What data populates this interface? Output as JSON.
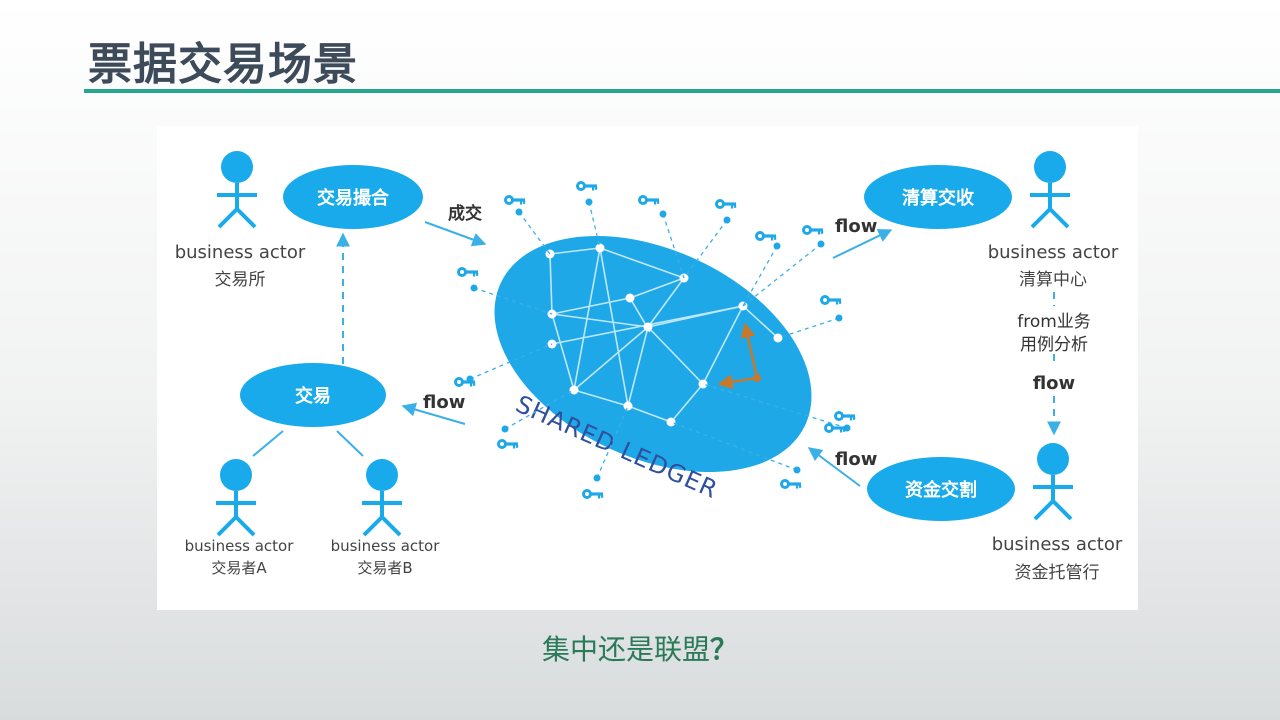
{
  "slide": {
    "title": "票据交易场景",
    "question_main": "集中还是联盟",
    "question_mark": "？"
  },
  "colors": {
    "accent_rule": "#25a68f",
    "actor_blue": "#18aaea",
    "ledger_blue": "#1ea8e8",
    "arrow_blue": "#3ab0e6",
    "ledger_text": "#2f4f9e",
    "highlight_arrow": "#c8782a"
  },
  "diagram": {
    "ledger_label": "SHARED LEDGER",
    "nodes": {
      "match": "交易撮合",
      "trade": "交易",
      "clearing": "清算交收",
      "settlement": "资金交割"
    },
    "actors": {
      "exchange": {
        "role": "business actor",
        "name": "交易所"
      },
      "clearing_center": {
        "role": "business actor",
        "name": "清算中心"
      },
      "trader_a": {
        "role": "business actor",
        "name": "交易者A"
      },
      "trader_b": {
        "role": "business actor",
        "name": "交易者B"
      },
      "custodian": {
        "role": "business actor",
        "name": "资金托管行"
      }
    },
    "labels": {
      "deal": "成交",
      "flow_clearing": "flow",
      "flow_trade": "flow",
      "flow_settlement": "flow",
      "flow_vertical": "flow",
      "source_line1": "from业务",
      "source_line2": "用例分析"
    }
  }
}
